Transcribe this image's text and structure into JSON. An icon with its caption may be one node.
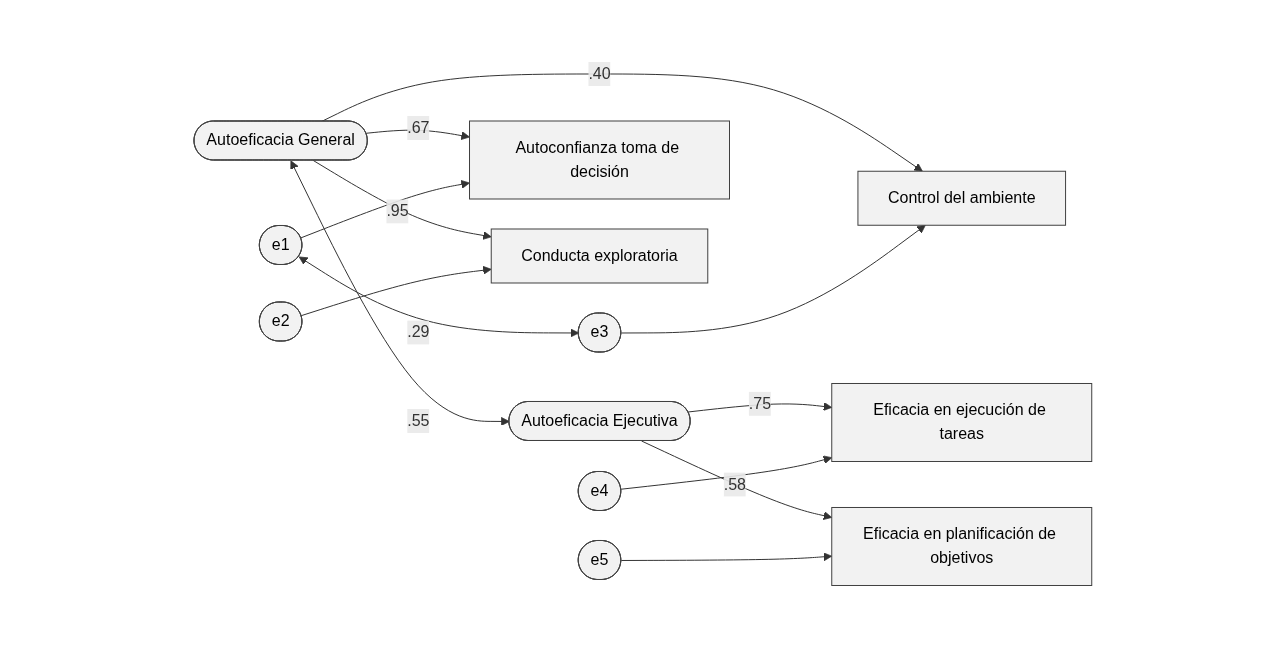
{
  "diagram": {
    "nodes": [
      {
        "text": [
          "Autoeficacia General"
        ]
      },
      {
        "text": [
          "Autoeficacia Ejecutiva"
        ]
      },
      {
        "text": [
          "Autoconfianza toma de decisión"
        ]
      },
      {
        "text": [
          "Conducta exploratoria"
        ]
      },
      {
        "text": [
          "Control del ambiente"
        ]
      },
      {
        "text": [
          "Eficacia en ejecución de tareas"
        ]
      },
      {
        "text": [
          "Eficacia en planificación de objetivos"
        ]
      },
      {
        "text": [
          "e1"
        ]
      },
      {
        "text": [
          "e2"
        ]
      },
      {
        "text": [
          "e3"
        ]
      },
      {
        "text": [
          "e4"
        ]
      },
      {
        "text": [
          "e5"
        ]
      }
    ],
    "edges": [
      {
        "from": 0,
        "to": 2,
        "label": ".67",
        "arrow": "to"
      },
      {
        "from": 0,
        "to": 3,
        "label": ".95",
        "arrow": "to"
      },
      {
        "from": 0,
        "to": 4,
        "label": ".40",
        "arrow": "to"
      },
      {
        "from": 1,
        "to": 5,
        "label": ".75",
        "arrow": "to"
      },
      {
        "from": 1,
        "to": 6,
        "label": ".58",
        "arrow": "to"
      },
      {
        "from": 7,
        "to": 2,
        "arrow": "to"
      },
      {
        "from": 8,
        "to": 3,
        "arrow": "to"
      },
      {
        "from": 9,
        "to": 4,
        "arrow": "to"
      },
      {
        "from": 10,
        "to": 5,
        "arrow": "to"
      },
      {
        "from": 11,
        "to": 6,
        "arrow": "to"
      },
      {
        "from": 0,
        "to": 1,
        "label": ".55",
        "arrow": "both"
      },
      {
        "from": 7,
        "to": 9,
        "label": ".29",
        "arrow": "both"
      }
    ]
  }
}
